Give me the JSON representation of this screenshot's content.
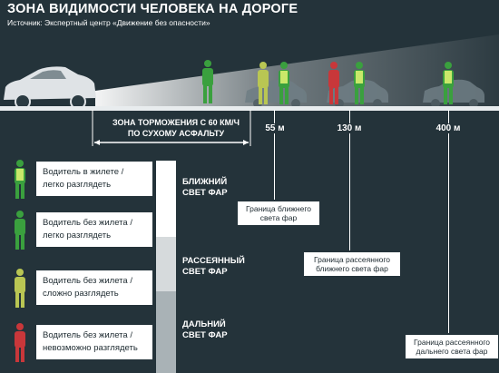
{
  "title": "ЗОНА ВИДИМОСТИ ЧЕЛОВЕКА НА ДОРОГЕ",
  "source": "Источник: Экспертный центр «Движение без опасности»",
  "braking_zone": {
    "line1": "ЗОНА ТОРМОЖЕНИЯ С 60 КМ/Ч",
    "line2": "ПО СУХОМУ АСФАЛЬТУ"
  },
  "distances": [
    {
      "label": "55 м",
      "note_line1": "Граница ближнего",
      "note_line2": "света фар"
    },
    {
      "label": "130 м",
      "note_line1": "Граница рассеянного",
      "note_line2": "ближнего света фар"
    },
    {
      "label": "400 м",
      "note_line1": "Граница рассеянного",
      "note_line2": "дальнего света фар"
    }
  ],
  "legend": [
    {
      "line1": "Водитель в жилете /",
      "line2": "легко разглядеть",
      "color": "#3aa03e",
      "vest": true
    },
    {
      "line1": "Водитель без жилета /",
      "line2": "легко разглядеть",
      "color": "#3aa03e",
      "vest": false
    },
    {
      "line1": "Водитель без жилета /",
      "line2": "сложно разглядеть",
      "color": "#b9c653",
      "vest": false
    },
    {
      "line1": "Водитель без жилета /",
      "line2": "невозможно разглядеть",
      "color": "#c8373a",
      "vest": false
    }
  ],
  "light_modes": [
    {
      "line1": "БЛИЖНИЙ",
      "line2": "СВЕТ ФАР",
      "color": "#ffffff"
    },
    {
      "line1": "РАССЕЯННЫЙ",
      "line2": "СВЕТ ФАР",
      "color": "#d6dadc"
    },
    {
      "line1": "ДАЛЬНИЙ",
      "line2": "СВЕТ ФАР",
      "color": "#a9b2b6"
    }
  ],
  "colors": {
    "background": "#24333a",
    "green": "#3aa03e",
    "yellow": "#b9c653",
    "red": "#c8373a",
    "vest": "#c9e86a"
  }
}
